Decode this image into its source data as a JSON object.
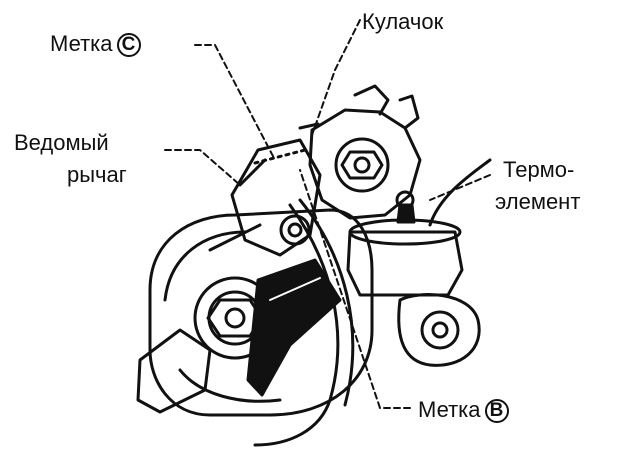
{
  "labels": {
    "mark_c": {
      "text": "Метка",
      "badge": "C"
    },
    "cam": "Кулачок",
    "driven_lever_line1": "Ведомый",
    "driven_lever_line2": "рычаг",
    "thermo_line1": "Термо-",
    "thermo_line2": "элемент",
    "mark_b": {
      "text": "Метка",
      "badge": "B"
    }
  },
  "colors": {
    "ink": "#111111",
    "paper": "#ffffff"
  }
}
